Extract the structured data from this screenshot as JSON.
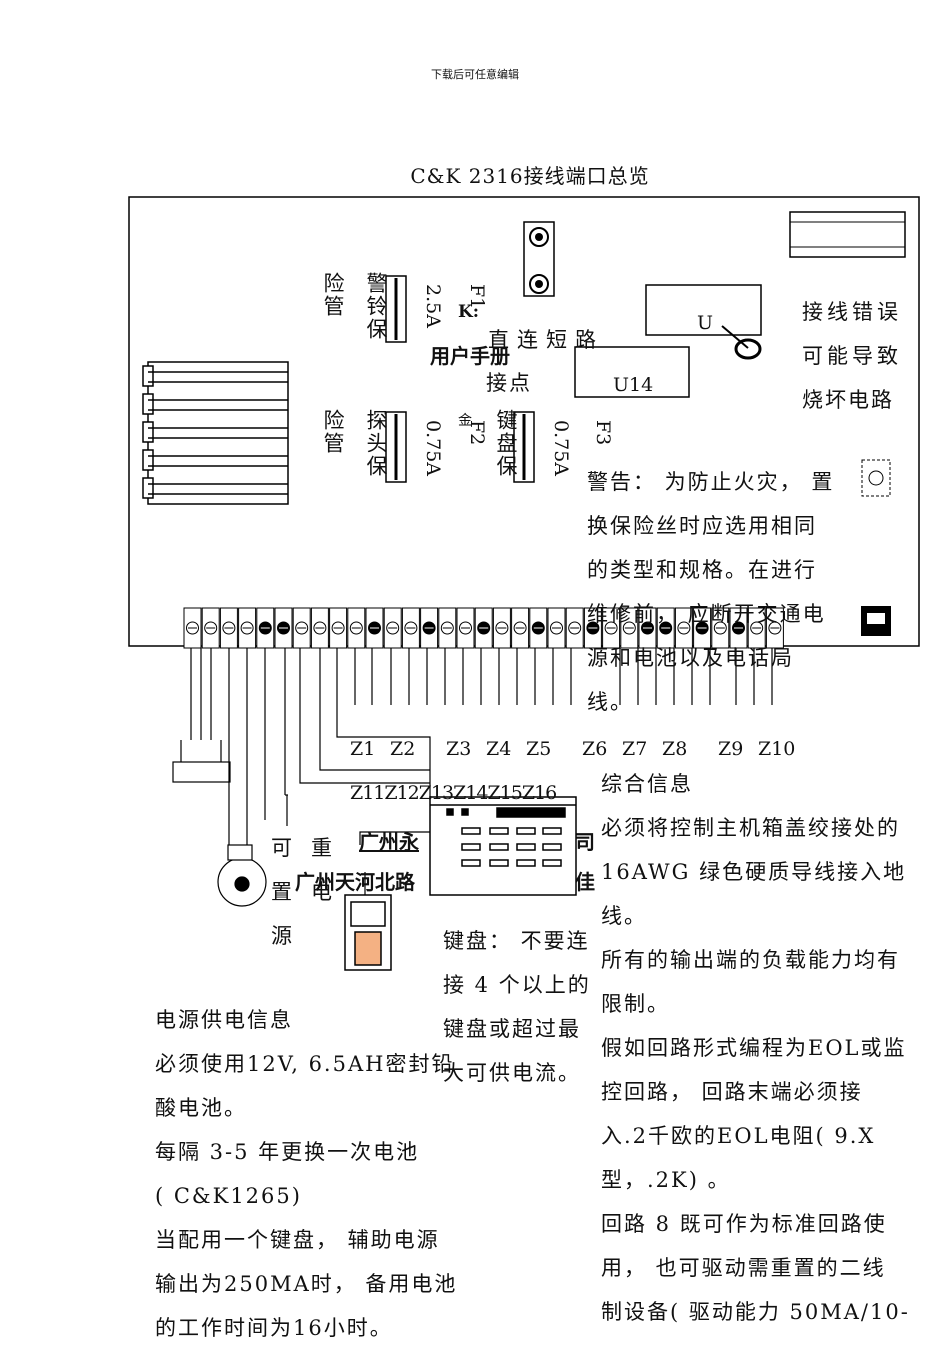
{
  "header": {
    "note": "下载后可任意编辑"
  },
  "title": "C&K   2316接线端口总览",
  "board": {
    "fuse1_labels": [
      "险管",
      "警铃保",
      "2.5A",
      "F1"
    ],
    "fuse2_labels": [
      "险管",
      "探头保",
      "0.75A",
      "F2"
    ],
    "fuse3_labels": [
      "键盘保",
      "0.75A",
      "F3"
    ],
    "overlap_k": "K:",
    "overlap_manual": "用户手册",
    "overlap_jin": "金",
    "direct_short": "直连短路",
    "contact": "接点",
    "u_label": "U",
    "u14_label": "U14",
    "wiring_warning": [
      "接线错误",
      "可能导致",
      "烧坏电路"
    ],
    "fire_warning": [
      "警告： 为防止火灾， 置",
      "换保险丝时应选用相同",
      "的类型和规格。在进行",
      "维修前， 应断开交通电",
      "源和电池以及电话局",
      "线。"
    ]
  },
  "zones_row1": [
    "Z1",
    "Z2",
    "Z3",
    "Z4",
    "Z5",
    "Z6",
    "Z7",
    "Z8",
    "Z9",
    "Z10"
  ],
  "zones_row2": "Z11Z12Z13Z14Z15Z16",
  "reset_labels": [
    "可",
    "重",
    "置",
    "电",
    "源"
  ],
  "company1": "广州永",
  "company1_tail": "司",
  "company2": "广州天河北路",
  "company2_tail": "佳",
  "keypad_note": [
    "键盘： 不要连",
    "接 4 个以上的",
    "键盘或超过最",
    "大可供电流。"
  ],
  "power_info": {
    "heading": "电源供电信息",
    "lines": [
      "必须使用12V, 6.5AH密封铅",
      "酸电池。",
      "每隔 3-5 年更换一次电池",
      "( C&K1265)",
      "当配用一个键盘， 辅助电源",
      "输出为250MA时， 备用电池",
      "的工作时间为16小时。"
    ]
  },
  "general_info": {
    "heading": "综合信息",
    "lines": [
      "必须将控制主机箱盖绞接处的",
      "16AWG 绿色硬质导线接入地",
      "线。",
      "所有的输出端的负载能力均有",
      "限制。",
      "假如回路形式编程为EOL或监",
      "控回路， 回路末端必须接",
      "入.2千欧的EOL电阻( 9.X",
      "型，.2K) 。",
      "回路 8 既可作为标准回路使",
      "用， 也可驱动需重置的二线",
      "制设备( 驱动能力 50MA/10-"
    ]
  }
}
